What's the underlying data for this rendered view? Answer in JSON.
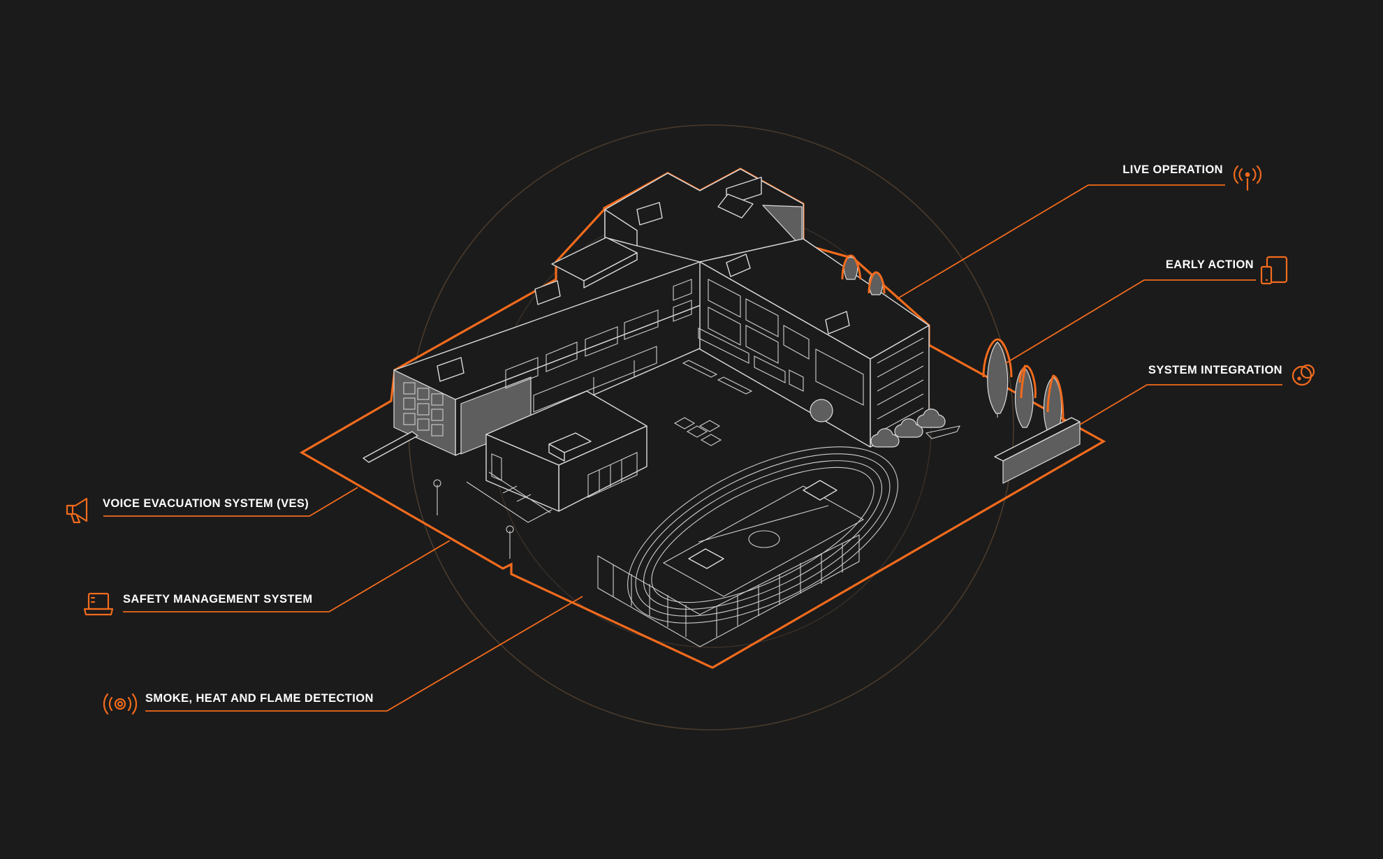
{
  "colors": {
    "background": "#1b1b1b",
    "accent": "#f26b1d",
    "line": "#dcdcdc",
    "fill_grey": "#5e5e5e",
    "ring": "#4a3a2c"
  },
  "callouts": [
    {
      "id": "live-operation",
      "label": "LIVE OPERATION",
      "icon": "signal-antenna-icon"
    },
    {
      "id": "early-action",
      "label": "EARLY ACTION",
      "icon": "devices-icon"
    },
    {
      "id": "system-integration",
      "label": "SYSTEM INTEGRATION",
      "icon": "integration-circles-icon"
    },
    {
      "id": "voice-evacuation",
      "label": "VOICE EVACUATION SYSTEM (VES)",
      "icon": "megaphone-icon"
    },
    {
      "id": "safety-management",
      "label": "SAFETY MANAGEMENT SYSTEM",
      "icon": "laptop-icon"
    },
    {
      "id": "detection",
      "label": "SMOKE, HEAT AND FLAME DETECTION",
      "icon": "detector-icon"
    }
  ]
}
